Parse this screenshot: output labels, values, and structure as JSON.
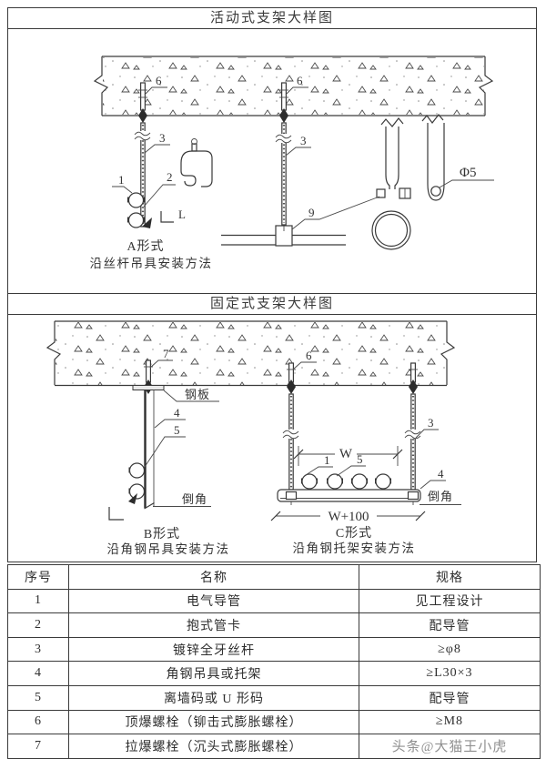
{
  "page": {
    "watermark": "头条@大猫王小虎"
  },
  "panel1": {
    "title": "活动式支架大样图",
    "labels": {
      "anchor_left": "6",
      "anchor_right": "6",
      "rod_left": "3",
      "rod_mid": "3",
      "clamp": "1",
      "clamp_detail": "2",
      "dim_l": "L",
      "connector": "9",
      "strap_dia": "Φ5"
    },
    "form_a": {
      "name": "A形式",
      "method": "沿丝杆吊具安装方法"
    }
  },
  "panel2": {
    "title": "固定式支架大样图",
    "labels": {
      "anchor_bolt": "7",
      "steel_plate": "钢板",
      "anchor_mid": "6",
      "angle_b": "4",
      "clamp_b": "5",
      "chamfer_b": "倒角",
      "rod_right": "3",
      "dim_w": "W",
      "clamp_c1": "1",
      "clamp_c2": "5",
      "angle_c": "4",
      "chamfer_c": "倒角",
      "dim_w100": "W+100"
    },
    "form_b": {
      "name": "B形式",
      "method": "沿角钢吊具安装方法"
    },
    "form_c": {
      "name": "C形式",
      "method": "沿角钢托架安装方法"
    }
  },
  "table": {
    "headers": [
      "序号",
      "名称",
      "规格"
    ],
    "rows": [
      {
        "no": "1",
        "name": "电气导管",
        "spec": "见工程设计"
      },
      {
        "no": "2",
        "name": "抱式管卡",
        "spec": "配导管"
      },
      {
        "no": "3",
        "name": "镀锌全牙丝杆",
        "spec": "≥φ8"
      },
      {
        "no": "4",
        "name": "角钢吊具或托架",
        "spec": "≥L30×3"
      },
      {
        "no": "5",
        "name": "离墙码或 U 形码",
        "spec": "配导管"
      },
      {
        "no": "6",
        "name": "顶爆螺栓（铆击式膨胀螺栓）",
        "spec": "≥M8"
      },
      {
        "no": "7",
        "name": "拉爆螺栓（沉头式膨胀螺栓）",
        "spec": ""
      }
    ]
  }
}
